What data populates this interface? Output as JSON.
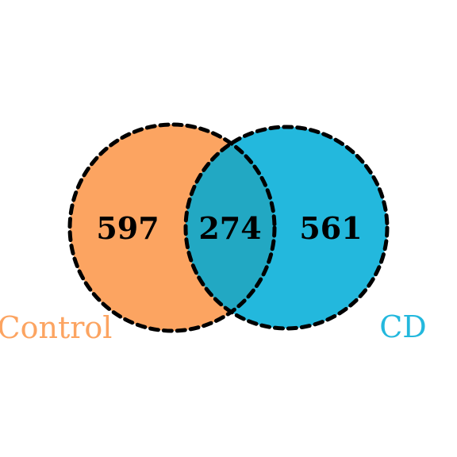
{
  "sets": [
    {
      "name": "Control",
      "color": "#fca461"
    },
    {
      "name": "CD",
      "color": "#23b8dd"
    }
  ],
  "regions": {
    "control_only": "597",
    "intersection": "274",
    "cd_only": "561"
  },
  "colors": {
    "control": "#fca461",
    "cd": "#23b8dd",
    "overlap": "#22a8c3",
    "outline": "#000000"
  },
  "outline_style": "dashed"
}
